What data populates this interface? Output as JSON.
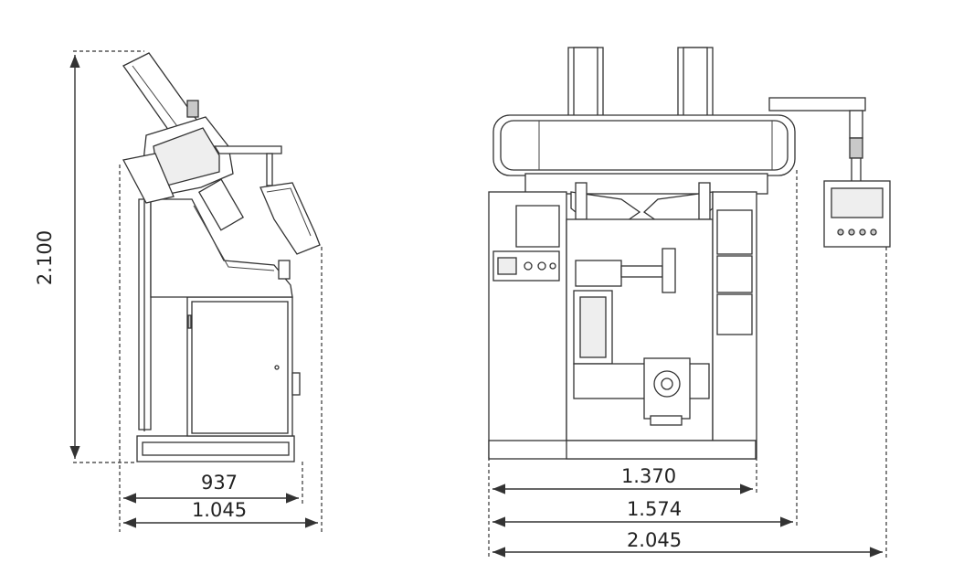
{
  "dimensions": {
    "side_height": "2.100",
    "side_depth_inner": "937",
    "side_depth_outer": "1.045",
    "front_width_body": "1.370",
    "front_width_with_panel": "1.574",
    "front_width_total": "2.045"
  },
  "colors": {
    "line": "#333333",
    "background": "#ffffff"
  }
}
